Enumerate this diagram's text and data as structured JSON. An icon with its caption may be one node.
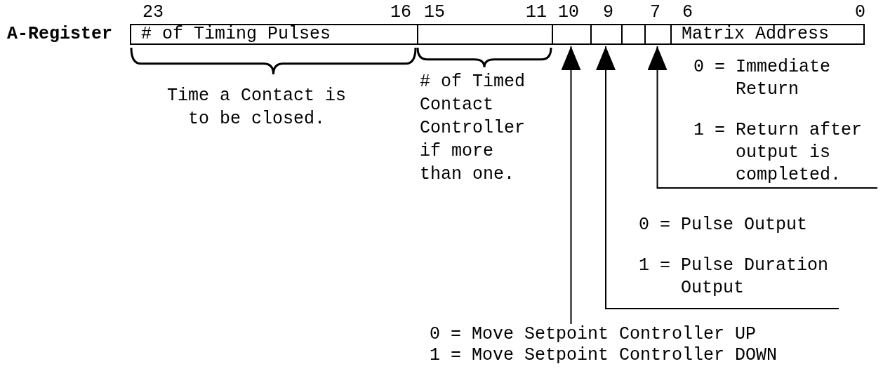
{
  "diagram": {
    "nodes": [
      {
        "text": [
          "A-Register"
        ]
      },
      {
        "text": [
          "# of Timing Pulses"
        ],
        "in": 0,
        "beside": [
          "Time a Contact is to be closed."
        ]
      },
      {
        "text": [],
        "shape": "box",
        "in": 0,
        "beside": [
          "# of Timed Contact Controller if more than one."
        ]
      },
      {
        "text": [],
        "shape": "box",
        "in": 0
      },
      {
        "text": [],
        "shape": "box",
        "in": 0
      },
      {
        "text": [],
        "shape": "box",
        "in": 0
      },
      {
        "text": [],
        "shape": "box",
        "in": 0
      },
      {
        "text": [
          "Matrix Address"
        ],
        "in": 0
      },
      {
        "text": [
          "0 = Immediate Return",
          "1 = Return after output is completed."
        ]
      },
      {
        "text": [
          "0 = Pulse Output",
          "1 = Pulse Duration Output"
        ]
      },
      {
        "text": [
          "0 = Move Setpoint Controller UP",
          "1 = Move Setpoint Controller DOWN"
        ]
      }
    ],
    "edges": [
      {
        "from": 10,
        "to": 3,
        "arrow": "to"
      },
      {
        "from": 9,
        "to": 4,
        "arrow": "to"
      },
      {
        "from": 8,
        "to": 6,
        "arrow": "to"
      }
    ],
    "labels": [
      "23",
      "16",
      "15",
      "11",
      "10",
      "9",
      "7",
      "6",
      "0"
    ]
  }
}
